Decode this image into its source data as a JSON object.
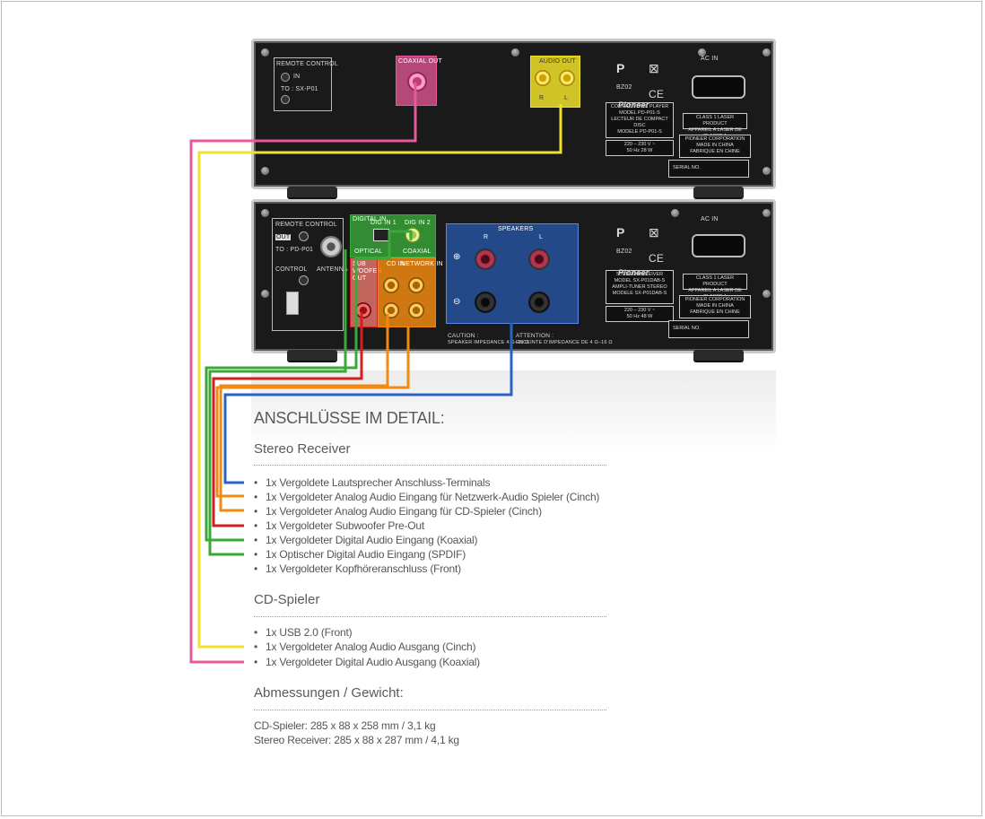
{
  "colors": {
    "pink": "#e8589a",
    "yellow": "#f0e22a",
    "green": "#3aa93a",
    "red": "#d21f1f",
    "orange": "#f08a12",
    "blue": "#2a63c4"
  },
  "cd_player_panel": {
    "remote_control": "REMOTE CONTROL",
    "in": "IN",
    "to": "TO : SX-P01",
    "coaxial_out": "COAXIAL OUT",
    "audio_out": "AUDIO OUT",
    "r": "R",
    "l": "L",
    "bz": "BZ02",
    "ac_in": "AC IN",
    "brand": "Pioneer",
    "model_plate": "COMPACT DISC PLAYER\nMODEL PD-P01-S\nLECTEUR DE COMPACT DISC\nMODELE PD-P01-S",
    "voltage": "220 – 230 V  ~\n50 Hz      28 W",
    "laser_plate": "CLASS 1 LASER PRODUCT\nAPPAREIL A LASER DE CLASSE 1",
    "corp_plate": "PIONEER CORPORATION\nMADE IN CHINA\nFABRIQUE EN CHINE",
    "serial": "SERIAL  NO."
  },
  "receiver_panel": {
    "remote_control": "REMOTE CONTROL",
    "out": "OUT",
    "to": "TO : PD-P01",
    "control": "CONTROL",
    "antenna": "ANTENNA",
    "digital_in": "DIGITAL IN",
    "dig_in_1": "DIG IN 1",
    "dig_in_2": "DIG IN 2",
    "optical": "OPTICAL",
    "coaxial": "COAXIAL",
    "sub_woofer_out": "SUB WOOFER OUT",
    "cd_in": "CD IN",
    "network_in": "NETWORK IN",
    "speakers": "SPEAKERS",
    "r": "R",
    "l": "L",
    "caution": "CAUTION :",
    "caution_text": "SPEAKER IMPEDANCE 4 Ω–16 Ω",
    "attention": "ATTENTION :",
    "attention_text": "ENCEINTE D'IMPEDANCE DE 4 Ω–16 Ω",
    "bz": "BZ02",
    "ac_in": "AC IN",
    "brand": "Pioneer",
    "model_plate": "STEREO RECEIVER\nMODEL SX-P01DAB-S\nAMPLI-TUNER STEREO\nMODELE SX-P01DAB-S",
    "voltage": "220 – 230 V  ~\n50 Hz      48 W",
    "laser_plate": "CLASS 1 LASER PRODUCT\nAPPAREIL A LASER DE CLASSE 1",
    "corp_plate": "PIONEER CORPORATION\nMADE IN CHINA\nFABRIQUE EN CHINE",
    "serial": "SERIAL  NO."
  },
  "content": {
    "heading": "ANSCHLÜSSE IM DETAIL:",
    "receiver_title": "Stereo Receiver",
    "receiver_items": [
      "1x Vergoldete Lautsprecher Anschluss-Terminals",
      "1x Vergoldeter Analog Audio Eingang für Netzwerk-Audio Spieler (Cinch)",
      "1x Vergoldeter Analog Audio Eingang für CD-Spieler (Cinch)",
      "1x Vergoldeter Subwoofer Pre-Out",
      "1x Vergoldeter Digital Audio Eingang (Koaxial)",
      "1x Optischer Digital Audio Eingang (SPDIF)",
      "1x Vergoldeter Kopfhöreranschluss (Front)"
    ],
    "cd_title": "CD-Spieler",
    "cd_items": [
      "1x USB 2.0 (Front)",
      "1x Vergoldeter Analog Audio Ausgang (Cinch)",
      "1x Vergoldeter Digital Audio Ausgang (Koaxial)"
    ],
    "dim_title": "Abmessungen / Gewicht:",
    "dim_cd": "CD-Spieler: 285 x 88 x 258 mm / 3,1 kg",
    "dim_receiver": "Stereo Receiver: 285 x 88 x 287 mm / 4,1 kg"
  }
}
